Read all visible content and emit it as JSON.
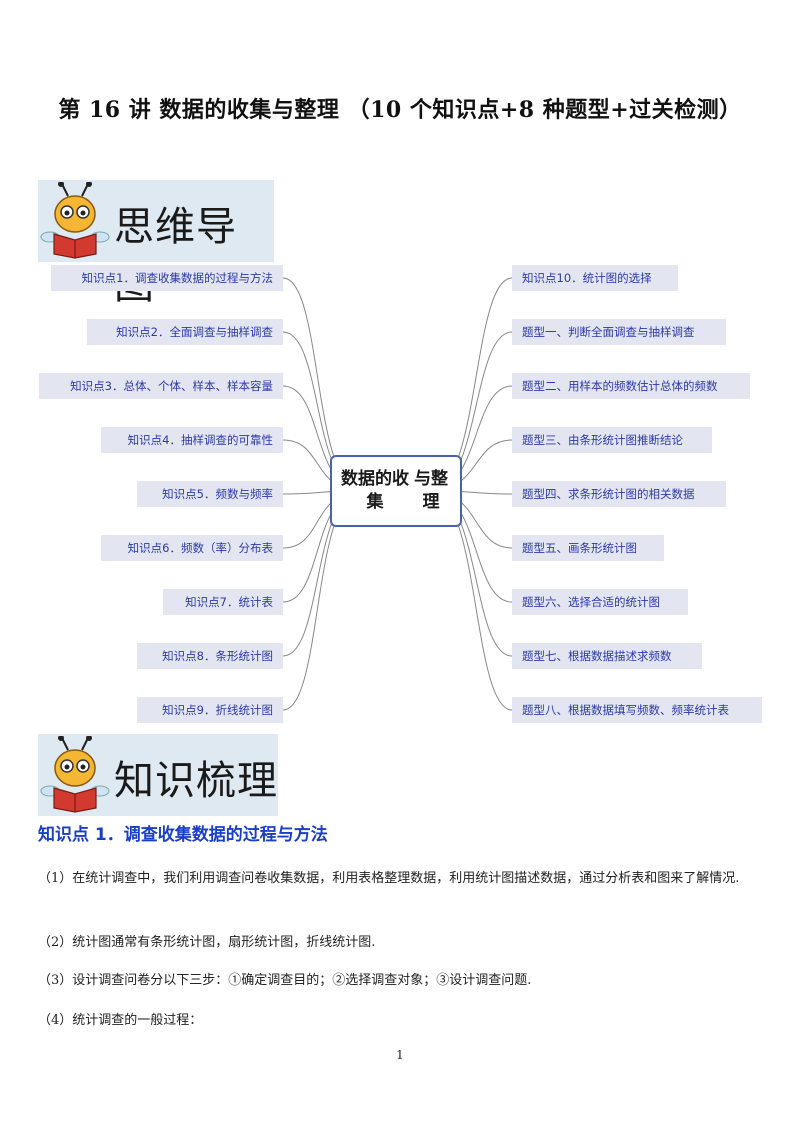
{
  "title": "第 16 讲  数据的收集与整理  （10 个知识点+8 种题型+过关检测）",
  "banner1": {
    "label": "思维导图",
    "icon": "bee-reading-icon"
  },
  "banner2": {
    "label": "知识梳理",
    "icon": "bee-reading-icon"
  },
  "mindmap": {
    "center": "数据的收集与整理",
    "left": [
      "知识点1．调查收集数据的过程与方法",
      "知识点2．全面调查与抽样调查",
      "知识点3．总体、个体、样本、样本容量",
      "知识点4．抽样调查的可靠性",
      "知识点5．频数与频率",
      "知识点6．频数（率）分布表",
      "知识点7．统计表",
      "知识点8．条形统计图",
      "知识点9．折线统计图"
    ],
    "right": [
      "知识点10．统计图的选择",
      "题型一、判断全面调查与抽样调查",
      "题型二、用样本的频数估计总体的频数",
      "题型三、由条形统计图推断结论",
      "题型四、求条形统计图的相关数据",
      "题型五、画条形统计图",
      "题型六、选择合适的统计图",
      "题型七、根据数据描述求频数",
      "题型八、根据数据填写频数、频率统计表"
    ],
    "colors": {
      "node_bg": "#e3e6f1",
      "node_text": "#2c39a8",
      "center_border": "#4a62a8",
      "branch": "#888888"
    }
  },
  "section": {
    "heading": "知识点 1．调查收集数据的过程与方法",
    "paragraphs": [
      "（1）在统计调查中，我们利用调查问卷收集数据，利用表格整理数据，利用统计图描述数据，通过分析表和图来了解情况.",
      "（2）统计图通常有条形统计图，扇形统计图，折线统计图.",
      "（3）设计调查问卷分以下三步：①确定调查目的；②选择调查对象；③设计调查问题.",
      "（4）统计调查的一般过程："
    ]
  },
  "page_number": "1"
}
